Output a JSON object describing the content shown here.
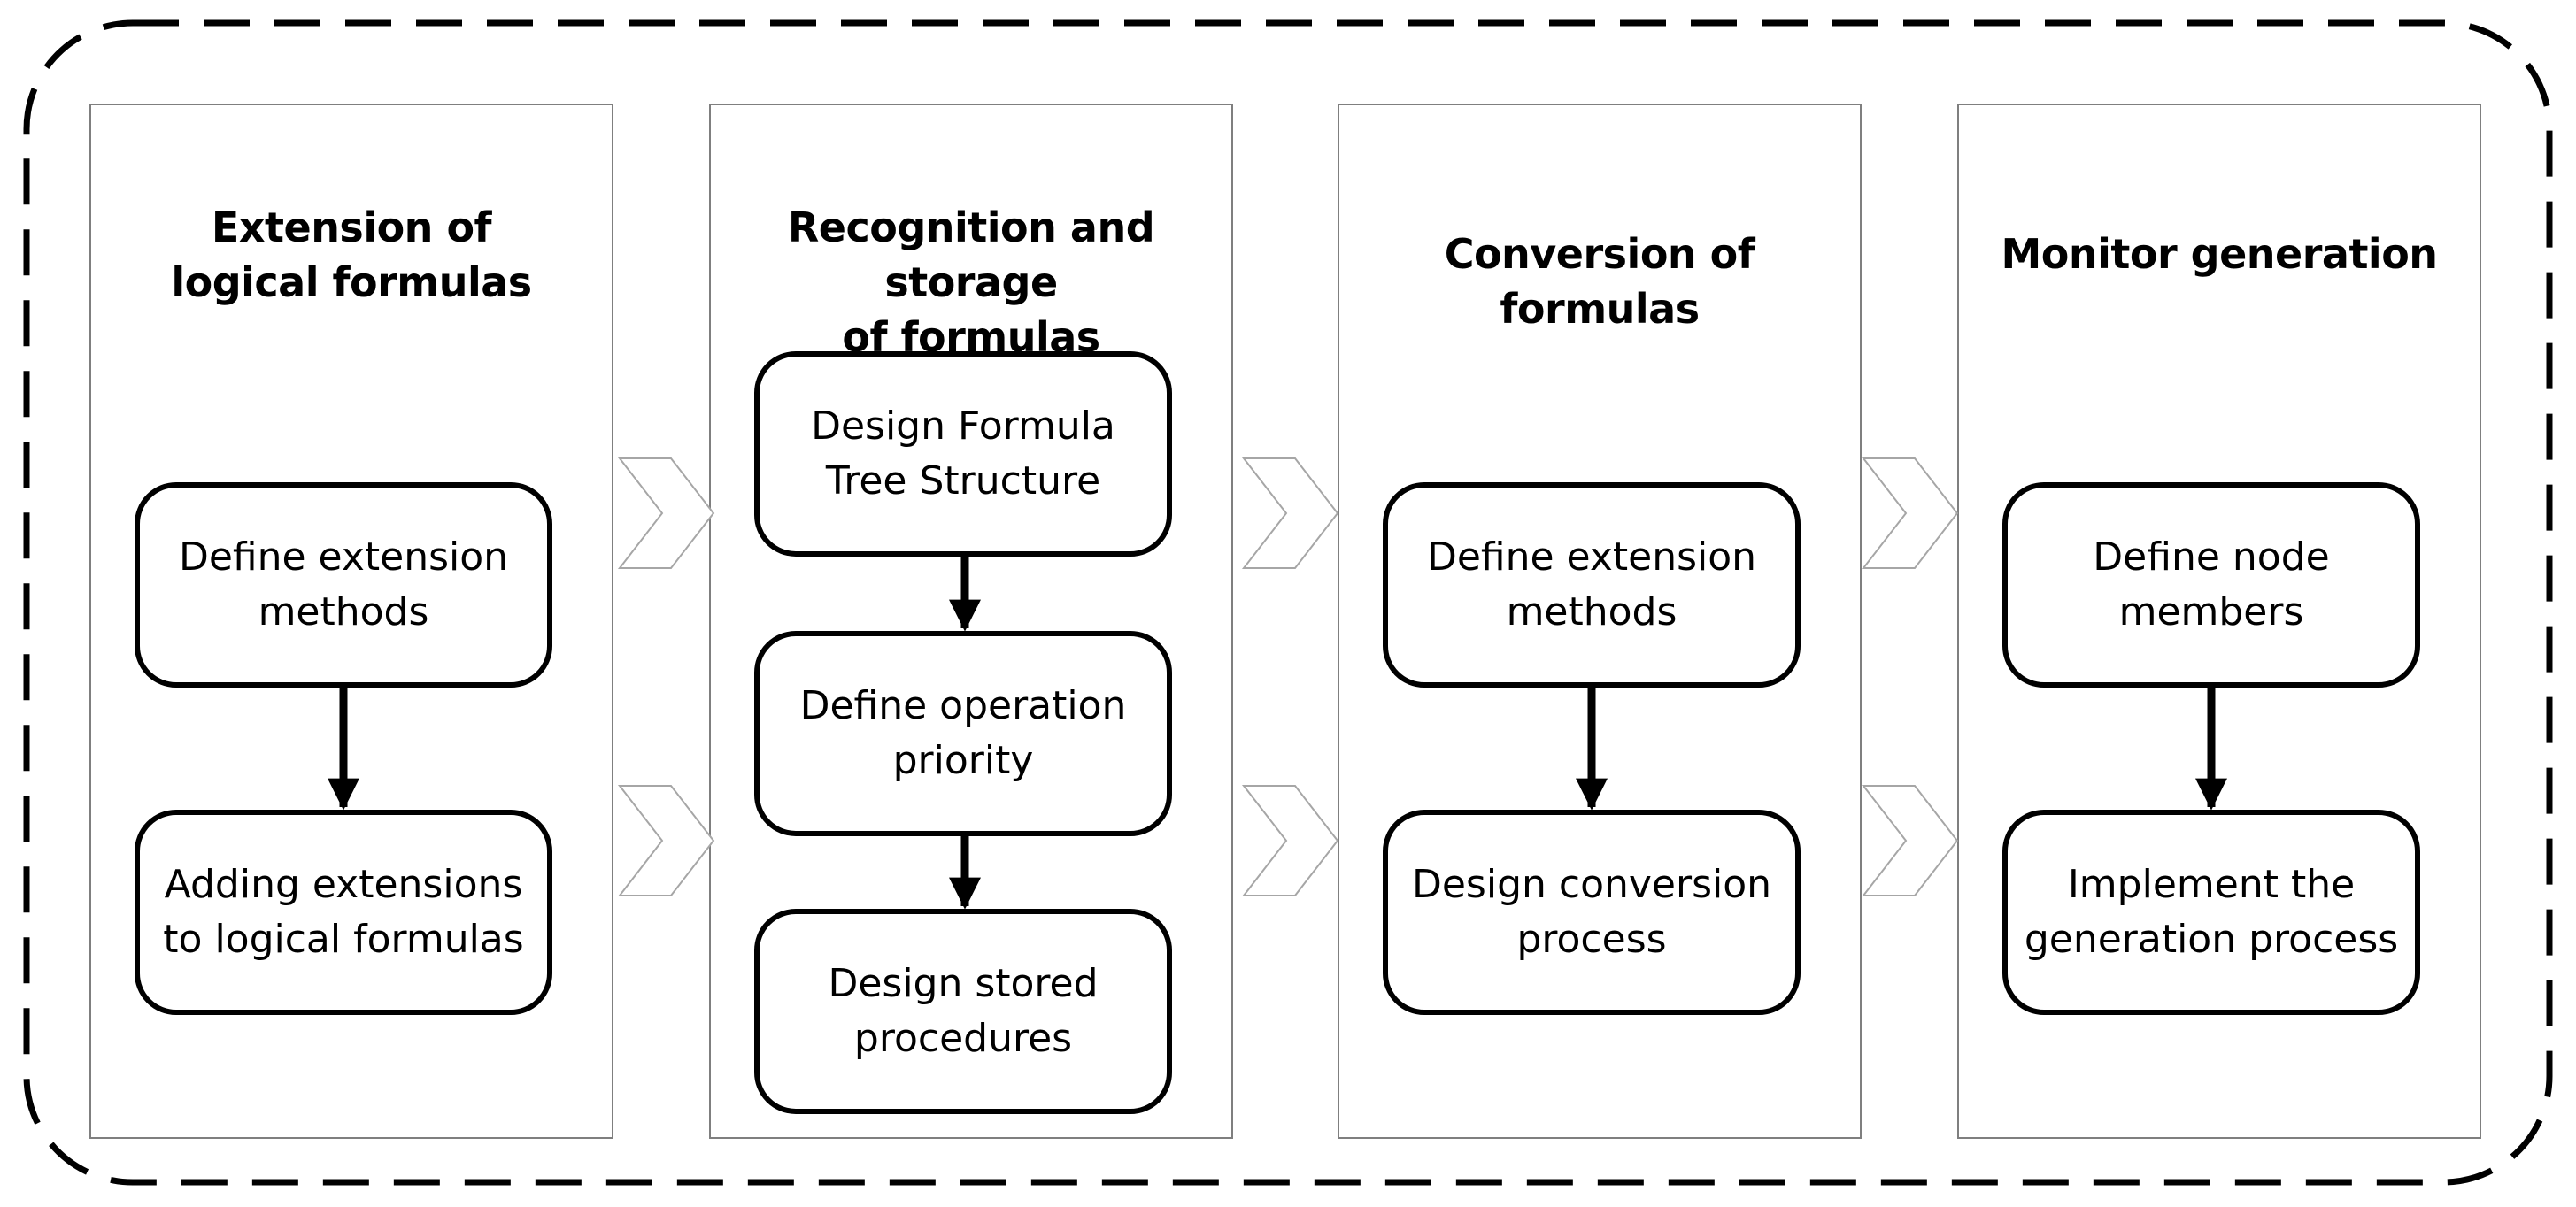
{
  "columns": [
    {
      "title": "Extension of logical formulas",
      "title_lines": [
        "Extension of",
        "logical formulas"
      ],
      "steps": [
        {
          "lines": [
            "Define extension",
            "methods"
          ]
        },
        {
          "lines": [
            "Adding extensions",
            "to logical formulas"
          ]
        }
      ]
    },
    {
      "title": "Recognition and storage of formulas",
      "title_lines": [
        "Recognition and storage",
        "of formulas"
      ],
      "steps": [
        {
          "lines": [
            "Design Formula",
            "Tree Structure"
          ]
        },
        {
          "lines": [
            "Define operation",
            "priority"
          ]
        },
        {
          "lines": [
            "Design stored",
            "procedures"
          ]
        }
      ]
    },
    {
      "title": "Conversion of formulas",
      "title_lines": [
        "Conversion of formulas"
      ],
      "steps": [
        {
          "lines": [
            "Define extension",
            "methods"
          ]
        },
        {
          "lines": [
            "Design conversion",
            "process"
          ]
        }
      ]
    },
    {
      "title": "Monitor generation",
      "title_lines": [
        "Monitor generation"
      ],
      "steps": [
        {
          "lines": [
            "Define node",
            "members"
          ]
        },
        {
          "lines": [
            "Implement the",
            "generation process"
          ]
        }
      ]
    }
  ],
  "colors": {
    "stroke": "#000000",
    "panel_border": "#7f7f7f",
    "chevron": "#a6a6a6",
    "background": "#ffffff"
  }
}
